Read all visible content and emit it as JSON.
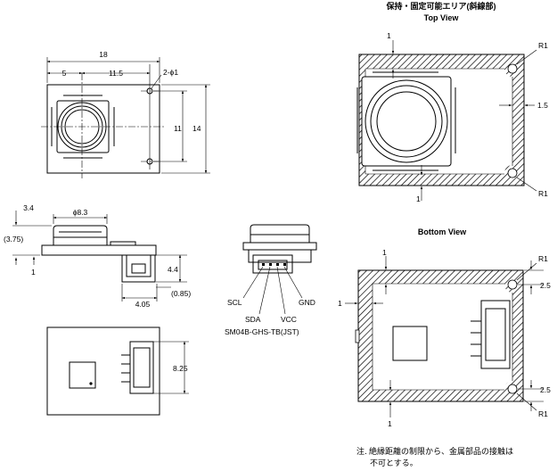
{
  "top_view": {
    "heading_jp": "保持・固定可能エリア(斜線部)",
    "heading": "Top View",
    "dim_1_top": "1",
    "dim_1_bottom": "1",
    "dim_1_5": "1.5",
    "r1_top": "R1",
    "r1_bottom": "R1"
  },
  "bottom_view": {
    "heading": "Bottom View",
    "dim_1_top": "1",
    "dim_1_left": "1",
    "dim_1_bottom": "1",
    "dim_2_5_top": "2.5",
    "dim_2_5_bottom": "2.5",
    "r1_top": "R1",
    "r1_bottom": "R1"
  },
  "front_view": {
    "dim_18": "18",
    "dim_5": "5",
    "dim_11_5": "11.5",
    "hole": "2-ϕ1",
    "dim_11": "11",
    "dim_14": "14"
  },
  "side_view": {
    "dim_3_4": "3.4",
    "dim_phi_8_3": "ϕ8.3",
    "dim_3_75": "(3.75)",
    "dim_1": "1",
    "dim_4_4": "4.4",
    "dim_4_05": "4.05",
    "dim_0_85": "(0.85)"
  },
  "back_view": {
    "dim_8_25": "8.25"
  },
  "connector": {
    "scl": "SCL",
    "sda": "SDA",
    "vcc": "VCC",
    "gnd": "GND",
    "part": "SM04B-GHS-TB(JST)"
  },
  "note": {
    "label": "注.",
    "line1": "絶縁距離の制限から、金属部品の接触は",
    "line2": "不可とする。"
  }
}
